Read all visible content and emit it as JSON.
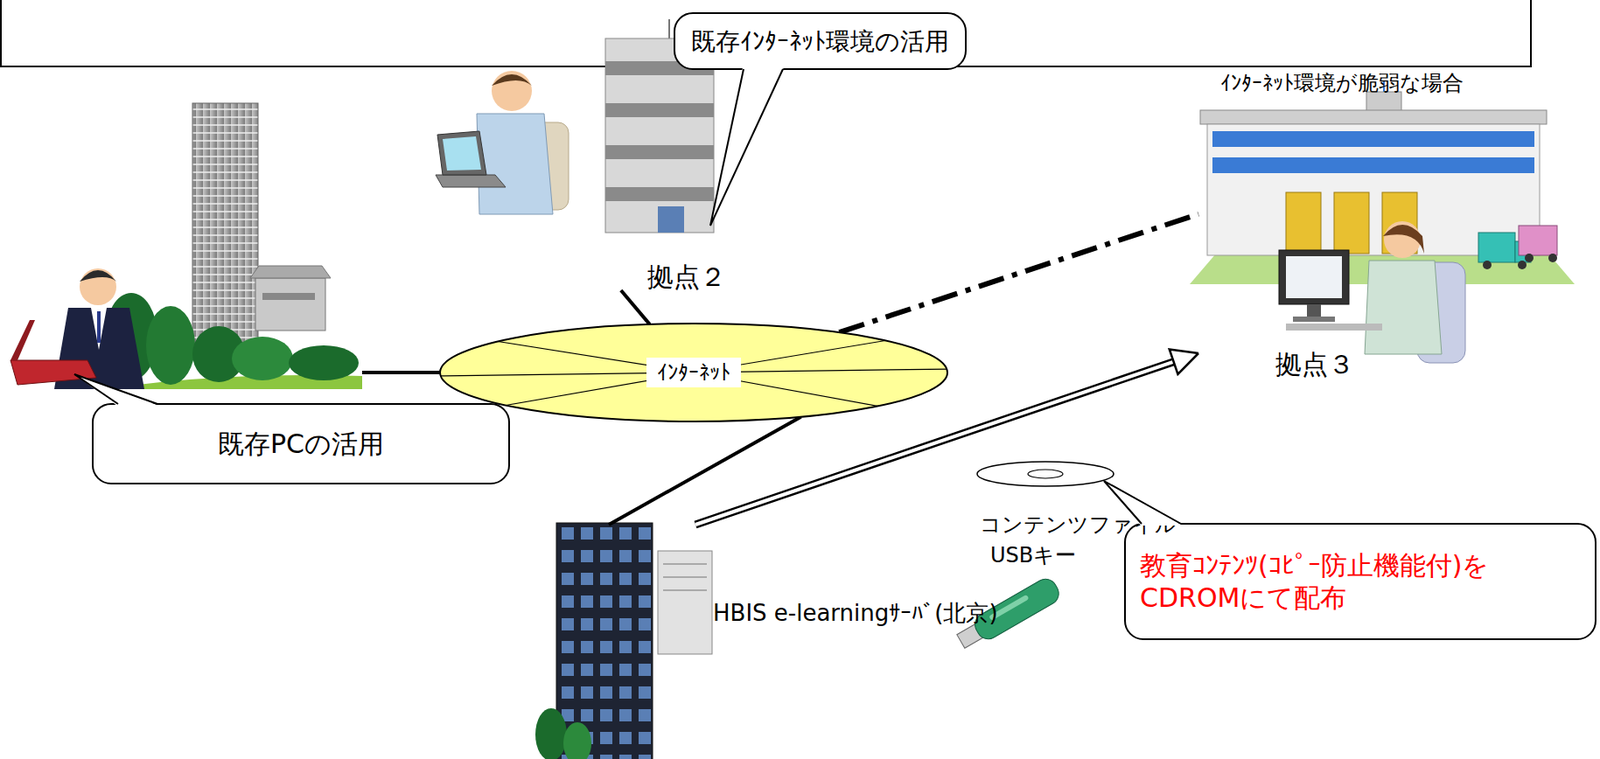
{
  "diagram": {
    "nodes": [
      {
        "text": [
          "既存ｲﾝﾀｰﾈｯﾄ環境の活用"
        ]
      },
      {
        "text": [
          "拠点２"
        ]
      },
      {
        "text": [
          "ｲﾝﾀｰﾈｯﾄ"
        ]
      },
      {
        "text": [
          "ｲﾝﾀｰﾈｯﾄ環境が脆弱な場合",
          "拠点３"
        ]
      },
      {
        "text": [
          "既存PCの活用"
        ]
      },
      {
        "text": [
          "教育ｺﾝﾃﾝﾂ(ｺﾋﾟｰ防止機能付)をCDROMにて配布"
        ]
      },
      {
        "text": [
          "HBIS e-learningｻｰﾊﾞ(北京)"
        ]
      }
    ],
    "edges": [
      {
        "from": 1,
        "to": 2,
        "arrow": "none"
      },
      {
        "from": 6,
        "to": 2,
        "arrow": "none"
      },
      {
        "from": 2,
        "to": 3,
        "arrow": "none"
      },
      {
        "from": 6,
        "to": 3,
        "arrow": "to"
      }
    ],
    "labels": [
      "コンテンツファイル",
      "USBキー"
    ]
  }
}
